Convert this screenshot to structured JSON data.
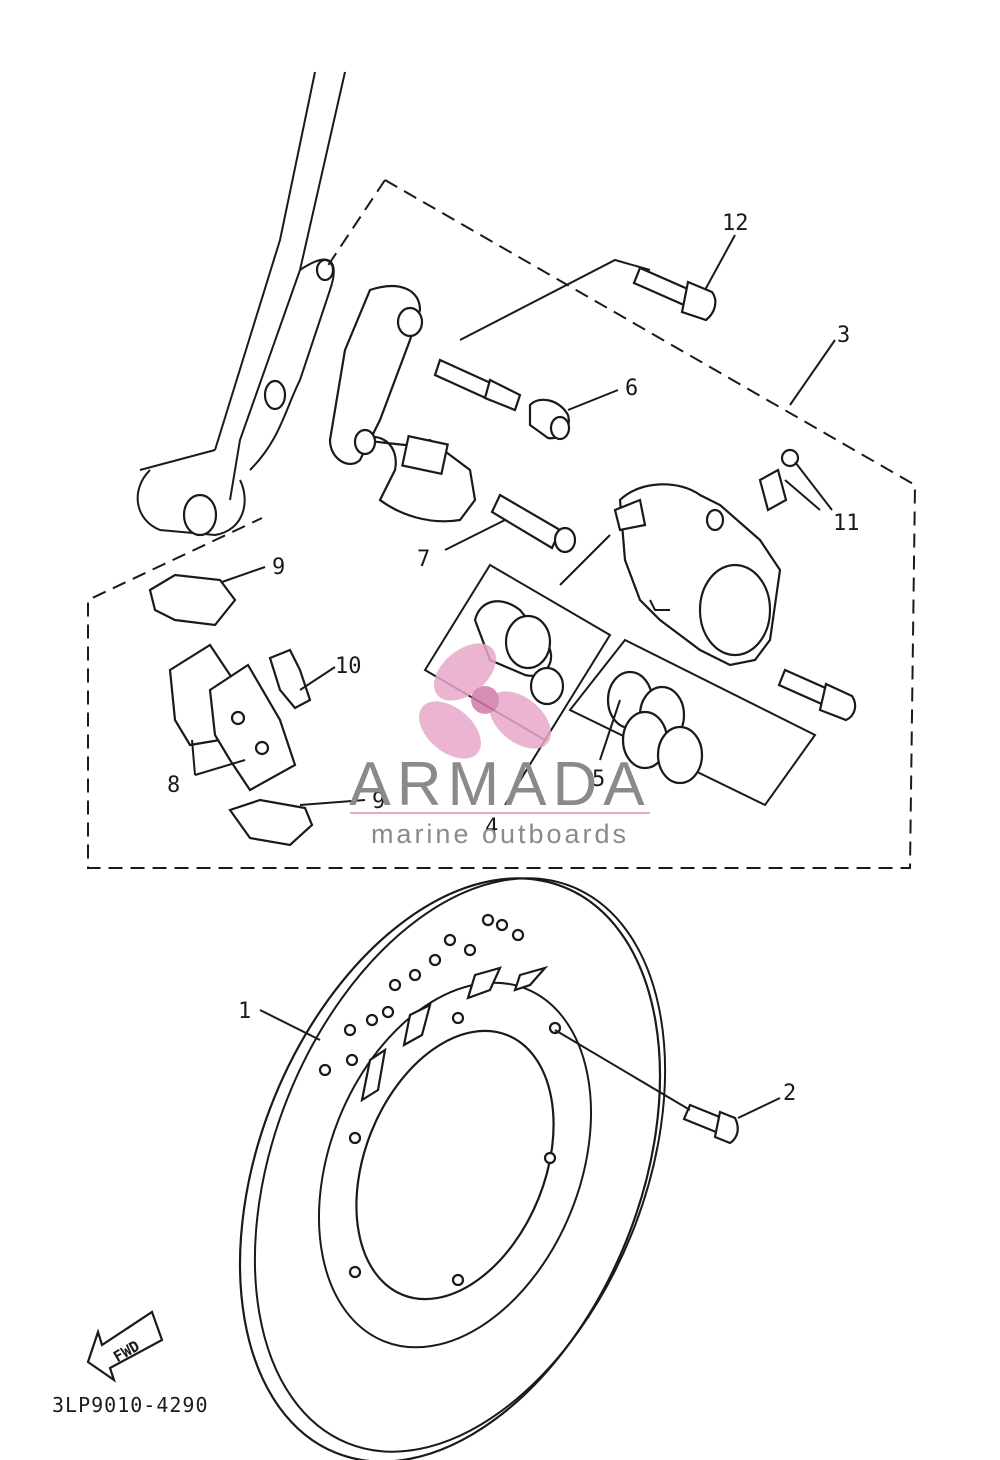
{
  "callouts": {
    "c1": "1",
    "c2": "2",
    "c3": "3",
    "c4": "4",
    "c5": "5",
    "c6": "6",
    "c7": "7",
    "c8": "8",
    "c9a": "9",
    "c9b": "9",
    "c10": "10",
    "c11": "11",
    "c12": "12"
  },
  "fwd_label": "FWD",
  "diagram_code": "3LP9010-4290",
  "watermark": {
    "name": "ARMADA",
    "tagline": "marine outboards",
    "text_color": "#8a8a8a",
    "logo_color": "#e8a8c8"
  }
}
